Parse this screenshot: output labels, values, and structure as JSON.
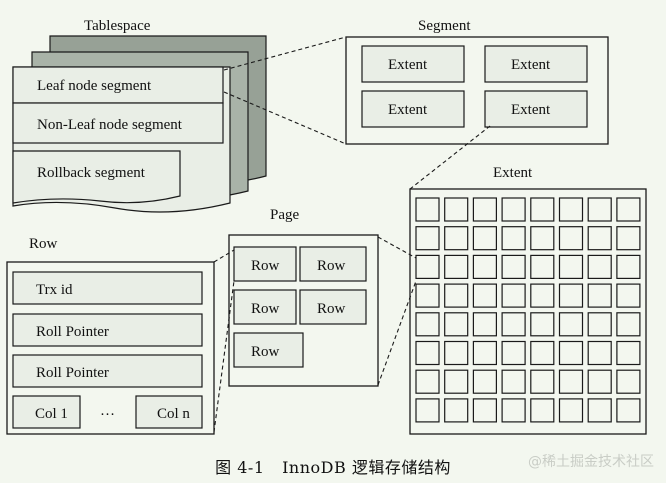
{
  "tablespace": {
    "title": "Tablespace",
    "segments": [
      "Leaf node segment",
      "Non-Leaf node segment",
      "Rollback segment"
    ]
  },
  "segment": {
    "title": "Segment",
    "extents": [
      "Extent",
      "Extent",
      "Extent",
      "Extent"
    ]
  },
  "extent": {
    "title": "Extent",
    "grid_rows": 8,
    "grid_cols": 8
  },
  "page": {
    "title": "Page",
    "rows": [
      "Row",
      "Row",
      "Row",
      "Row",
      "Row"
    ]
  },
  "row": {
    "title": "Row",
    "fields": [
      "Trx id",
      "Roll Pointer",
      "Roll Pointer"
    ],
    "col_first": "Col 1",
    "ellipsis": "…",
    "col_last": "Col n"
  },
  "caption": {
    "figure": "图 4-1",
    "title": "InnoDB 逻辑存储结构"
  },
  "watermark": "@稀土掘金技术社区",
  "colors": {
    "background": "#f3f7ef",
    "sheet_dark": "#97a196",
    "sheet_mid": "#a9b3a8",
    "sheet_front": "#e9eee6",
    "stroke": "#1a1a1a"
  }
}
